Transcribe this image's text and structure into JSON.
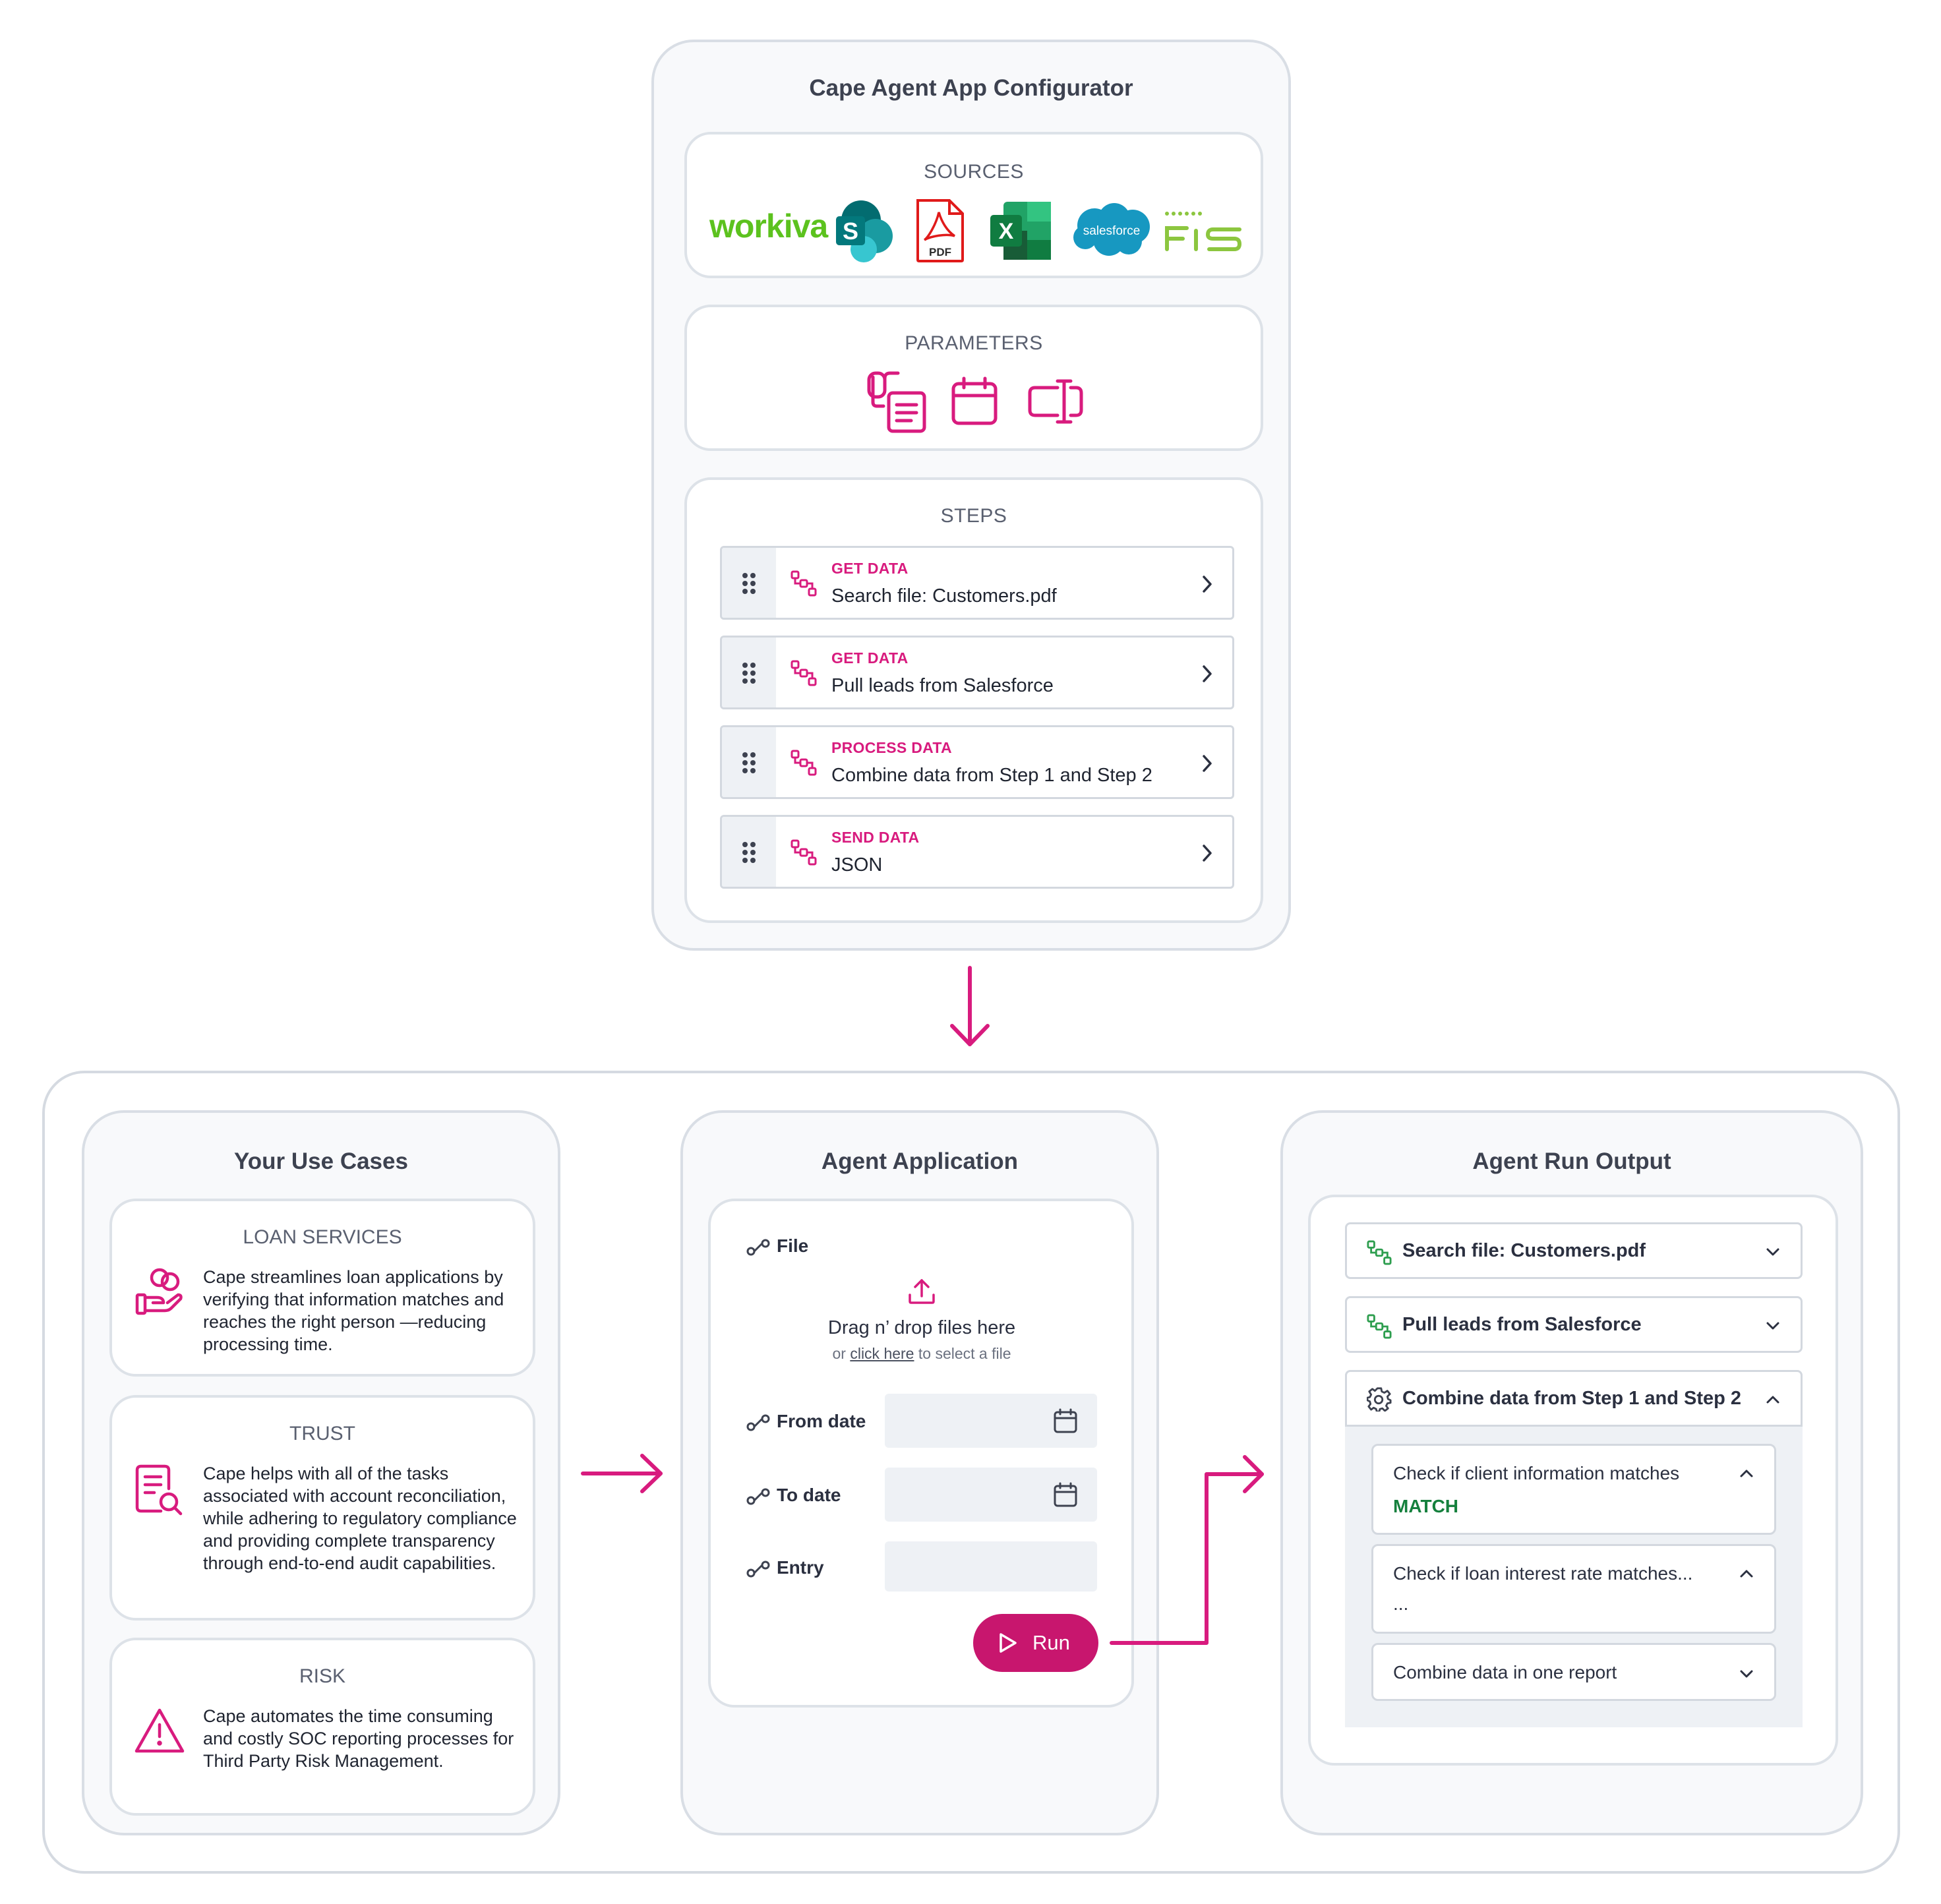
{
  "configurator": {
    "title": "Cape Agent App Configurator",
    "sources": {
      "label": "SOURCES",
      "logos": [
        {
          "name": "workiva",
          "text": "workiva",
          "color": "#5cc21e"
        },
        {
          "name": "sharepoint",
          "text": "S",
          "color": "#036c70"
        },
        {
          "name": "pdf",
          "text": "PDF",
          "color": "#e01a1a"
        },
        {
          "name": "excel",
          "text": "X",
          "color": "#107c41"
        },
        {
          "name": "salesforce",
          "text": "salesforce",
          "color": "#1798c1"
        },
        {
          "name": "fis",
          "text": "FIS",
          "color": "#8cc63f"
        }
      ]
    },
    "parameters": {
      "label": "PARAMETERS",
      "icons": [
        "file-params-icon",
        "calendar-icon",
        "text-input-icon"
      ]
    },
    "steps": {
      "label": "STEPS",
      "items": [
        {
          "kind": "GET DATA",
          "desc": "Search file: Customers.pdf"
        },
        {
          "kind": "GET DATA",
          "desc": "Pull leads from Salesforce"
        },
        {
          "kind": "PROCESS DATA",
          "desc": "Combine data from Step 1 and Step 2"
        },
        {
          "kind": "SEND DATA",
          "desc": "JSON"
        }
      ]
    }
  },
  "use_cases": {
    "title": "Your Use Cases",
    "items": [
      {
        "label": "LOAN SERVICES",
        "icon": "hand-coins-icon",
        "text": "Cape streamlines loan applications by verifying that information matches and reaches the right person —reducing processing time."
      },
      {
        "label": "TRUST",
        "icon": "document-search-icon",
        "text": "Cape helps with all of the tasks associated with account reconciliation, while adhering to regulatory compliance and providing complete transparency through end-to-end audit capabilities."
      },
      {
        "label": "RISK",
        "icon": "warning-icon",
        "text": "Cape automates the time consuming and costly SOC reporting processes for Third Party Risk Management."
      }
    ]
  },
  "agent_app": {
    "title": "Agent Application",
    "file_label": "File",
    "dropzone_title": "Drag n’ drop files here",
    "dropzone_prefix": "or ",
    "dropzone_link": "click here",
    "dropzone_suffix": " to select a file",
    "from_date_label": "From date",
    "to_date_label": "To date",
    "entry_label": "Entry",
    "run_label": "Run"
  },
  "output": {
    "title": "Agent Run Output",
    "rows": [
      {
        "text": "Search file: Customers.pdf",
        "state": "collapsed"
      },
      {
        "text": "Pull leads from Salesforce",
        "state": "collapsed"
      },
      {
        "text": "Combine data from Step 1 and Step 2",
        "state": "expanded"
      }
    ],
    "checks": [
      {
        "text": "Check if client information matches",
        "result": "MATCH",
        "state": "expanded"
      },
      {
        "text": "Check if loan interest rate matches...",
        "result": "...",
        "state": "expanded"
      },
      {
        "text": "Combine data in one report",
        "state": "collapsed"
      }
    ]
  },
  "colors": {
    "accent": "#d81b7e",
    "run_button": "#c8166e",
    "match": "#15803d",
    "output_icon": "#2e9e4f",
    "border": "#d9dee5"
  }
}
